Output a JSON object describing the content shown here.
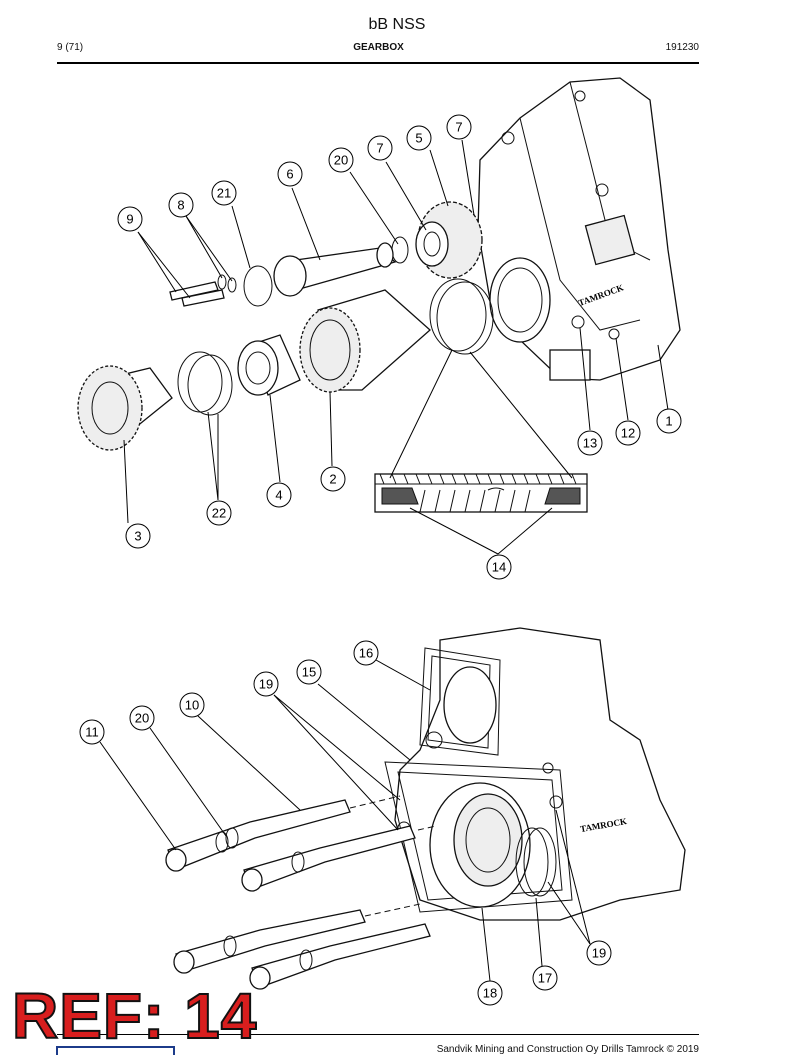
{
  "header": {
    "title": "bB NSS",
    "page": "9 (71)",
    "section": "GEARBOX",
    "doc_number": "191230"
  },
  "footer": {
    "text": "Sandvik Mining and Construction Oy Drills Tamrock © 2019"
  },
  "stamp": {
    "text": "REF: 14",
    "color": "#d81e1e"
  },
  "casting_marks": {
    "upper": "TAMROCK",
    "lower": "TAMROCK"
  },
  "top_callouts": [
    "1",
    "2",
    "3",
    "4",
    "5",
    "6",
    "7",
    "7",
    "8",
    "9",
    "12",
    "13",
    "14",
    "20",
    "21",
    "22"
  ],
  "bottom_callouts": [
    "10",
    "11",
    "15",
    "16",
    "17",
    "18",
    "19",
    "19",
    "20"
  ]
}
